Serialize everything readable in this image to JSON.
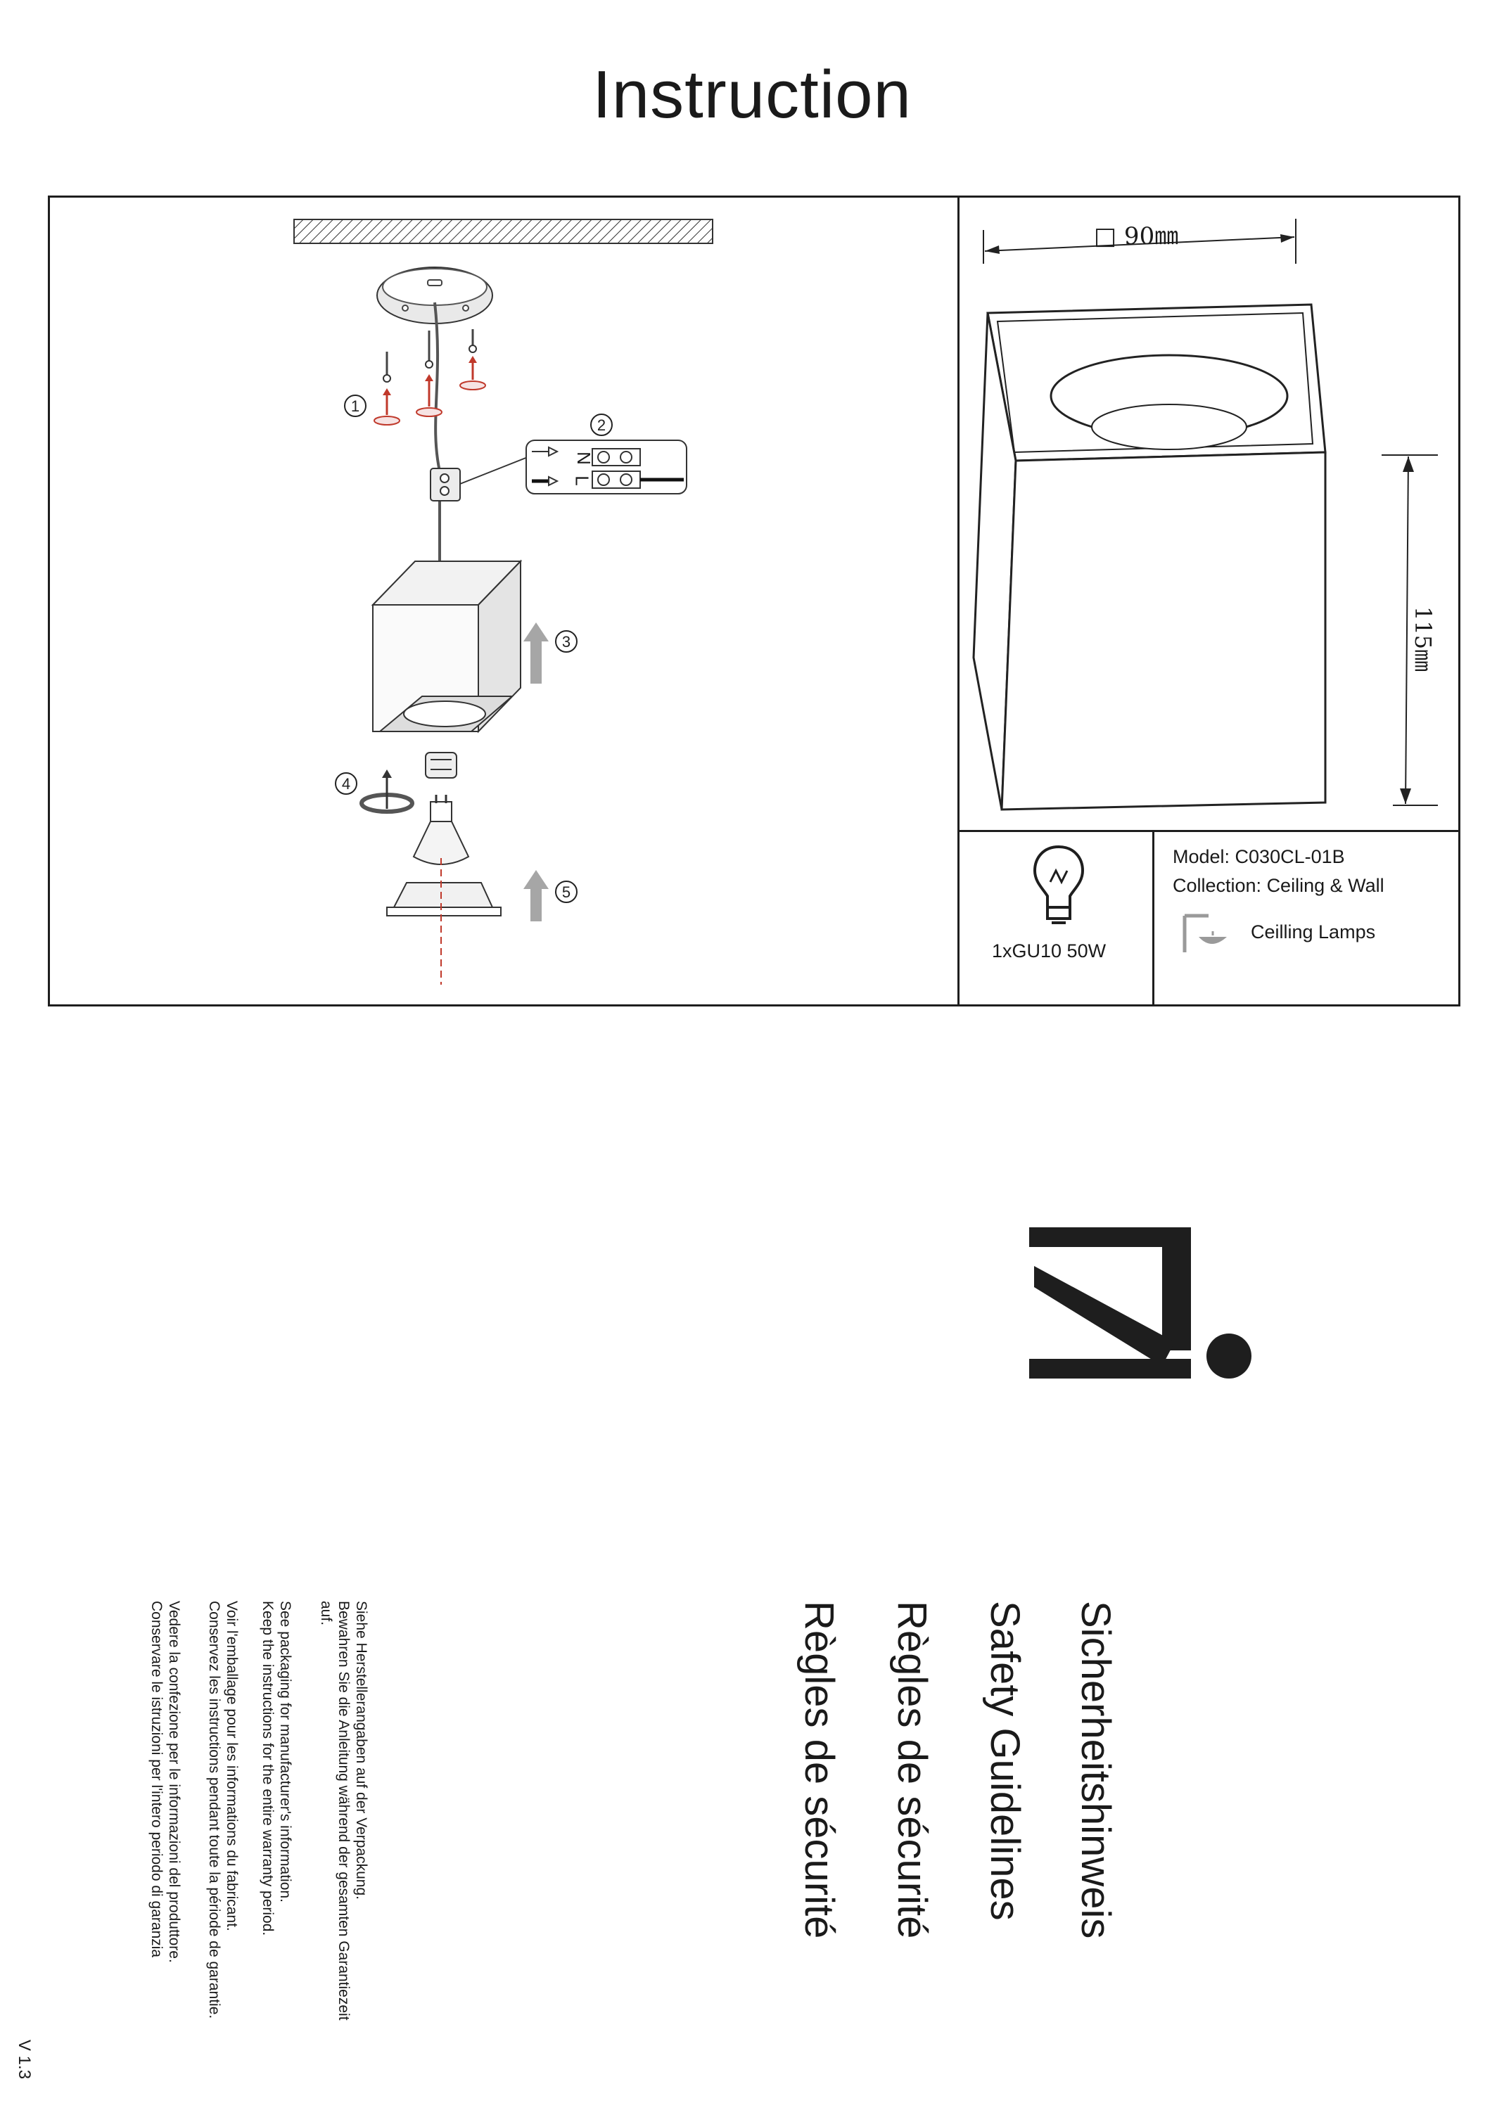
{
  "title": "Instruction",
  "diagram": {
    "steps": [
      "①",
      "②",
      "③",
      "④",
      "⑤"
    ],
    "terminal": {
      "neutral": "N",
      "live": "L"
    }
  },
  "dimensions": {
    "width": "□ 90㎜",
    "height": "115㎜"
  },
  "bulb": {
    "label": "1xGU10 50W"
  },
  "product": {
    "model": "Model: C030CL-01B",
    "collection": "Collection: Ceiling & Wall",
    "category": "Ceilling Lamps"
  },
  "safety": {
    "headings": [
      "Sicherheitshinweis",
      "Safety Guidelines",
      "Règles de sécurité",
      "Règles de sécurité"
    ],
    "paragraphs": [
      [
        "Siehe Herstellerangaben auf der Verpackung.",
        "Bewahren Sie die Anleitung während der gesamten Garantiezeit",
        "auf."
      ],
      [
        "See packaging for manufacturer's information.",
        "Keep the instructions for the entire warranty period."
      ],
      [
        "Voir l'emballage pour les informations du fabricant.",
        "Conservez les instructions pendant toute la période de garantie."
      ],
      [
        "Vedere la confezione per le informazioni del produttore.",
        "Conservare le istruzioni per l'intero periodo di garanzia"
      ]
    ]
  },
  "version": "V 1.3",
  "colors": {
    "ink": "#1e1e1e",
    "arrow_gray": "#a6a6a6",
    "screw_red": "#c0392b"
  }
}
